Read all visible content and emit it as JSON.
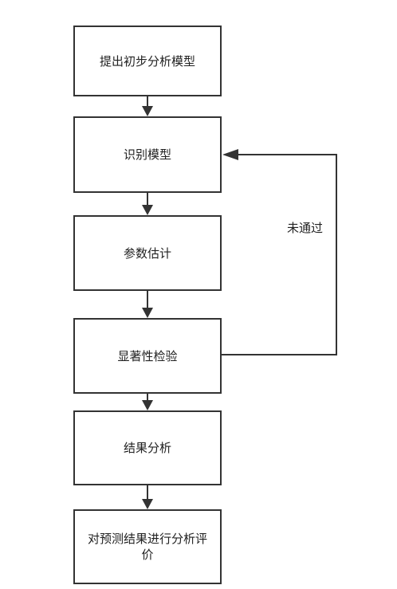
{
  "flowchart": {
    "nodes": [
      {
        "id": "propose",
        "label": "提出初步分析模型"
      },
      {
        "id": "identify",
        "label": "识别模型"
      },
      {
        "id": "estimate",
        "label": "参数估计"
      },
      {
        "id": "test",
        "label": "显著性检验"
      },
      {
        "id": "analyze",
        "label": "结果分析"
      },
      {
        "id": "evaluate",
        "label": "对预测结果进行分析评价"
      }
    ],
    "edges": [
      {
        "from": "propose",
        "to": "identify"
      },
      {
        "from": "identify",
        "to": "estimate"
      },
      {
        "from": "estimate",
        "to": "test"
      },
      {
        "from": "test",
        "to": "analyze"
      },
      {
        "from": "analyze",
        "to": "evaluate"
      },
      {
        "from": "test",
        "to": "identify",
        "label": "未通过"
      }
    ]
  },
  "colors": {
    "stroke": "#333333",
    "text": "#222222",
    "background": "#ffffff"
  }
}
